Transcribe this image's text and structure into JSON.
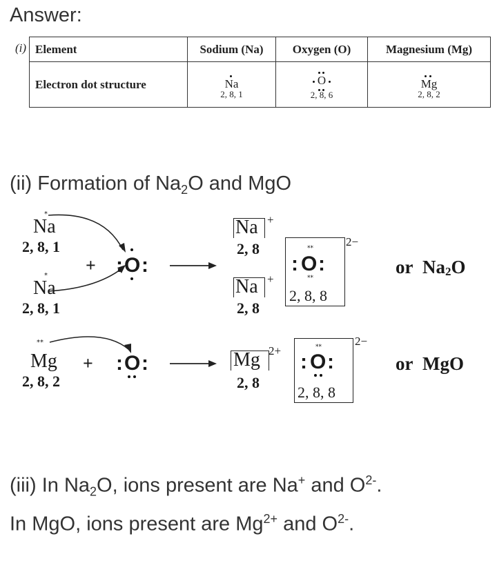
{
  "answer_label": "Answer:",
  "part1": {
    "marker": "(i)",
    "headers": [
      "Element",
      "Sodium (Na)",
      "Oxygen (O)",
      "Magnesium (Mg)"
    ],
    "row_label": "Electron dot structure",
    "cells": [
      {
        "symbol": "Na",
        "config": "2, 8, 1"
      },
      {
        "symbol": "O",
        "config": "2, 8, 6"
      },
      {
        "symbol": "Mg",
        "config": "2, 8, 2"
      }
    ]
  },
  "part2": {
    "title_prefix": "(ii) Formation of Na",
    "title_sub": "2",
    "title_mid": "O and MgO",
    "na2o": {
      "na_symbol": "Na",
      "na_config": "2, 8, 1",
      "plus": "+",
      "o_symbol": "O",
      "na_ion_charge": "+",
      "na_ion_config": "2, 8",
      "oxide_charge": "2−",
      "oxide_config": "2, 8, 8",
      "or_label": "or",
      "product_prefix": "Na",
      "product_sub": "2",
      "product_suffix": "O"
    },
    "mgo": {
      "mg_symbol": "Mg",
      "mg_config": "2, 8, 2",
      "plus": "+",
      "o_symbol": "O",
      "mg_ion_charge": "2+",
      "mg_ion_config": "2, 8",
      "oxide_charge": "2−",
      "oxide_config": "2, 8, 8",
      "or_label": "or",
      "product": "MgO"
    }
  },
  "part3": {
    "line1_a": "(iii) In Na",
    "line1_sub": "2",
    "line1_b": "O, ions present are Na",
    "line1_sup1": "+",
    "line1_c": " and O",
    "line1_sup2": "2-",
    "line1_d": ".",
    "line2_a": "In MgO, ions present are Mg",
    "line2_sup1": "2+",
    "line2_b": " and O",
    "line2_sup2": "2-",
    "line2_c": "."
  }
}
